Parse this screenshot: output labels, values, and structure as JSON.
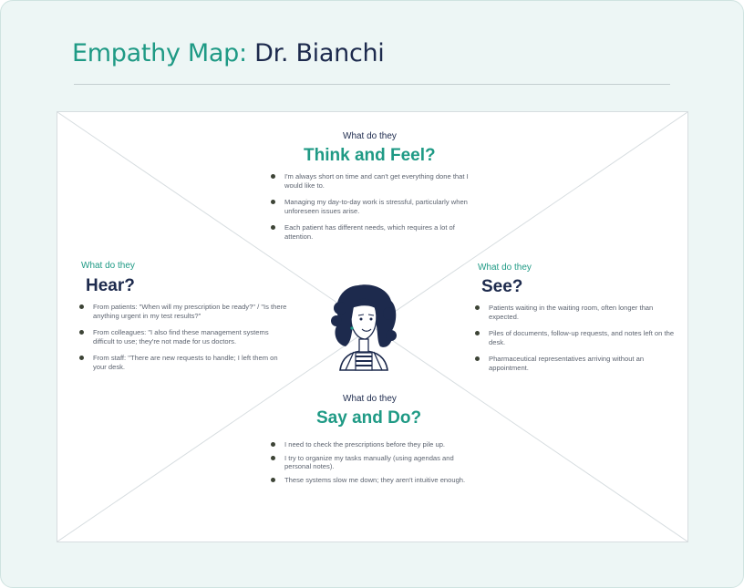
{
  "title": {
    "prefix": "Empathy Map:",
    "name": "Dr. Bianchi"
  },
  "illustration": {
    "name": "doctor-avatar-icon"
  },
  "quadrants": {
    "think_feel": {
      "question": "What do they",
      "heading": "Think and Feel?",
      "items": [
        "I'm always short on time and can't get everything done that I would like to.",
        "Managing my day-to-day work is stressful, particularly when unforeseen issues arise.",
        "Each patient has different needs, which requires a lot of attention."
      ]
    },
    "hear": {
      "question": "What do they",
      "heading": "Hear?",
      "items": [
        "From patients: \"When will my prescription be ready?\" / \"Is there anything urgent in my test results?\"",
        "From colleagues: \"I also find these management systems difficult to use; they're not made for us doctors.",
        "From staff: \"There are new requests to handle; I left them on your desk."
      ]
    },
    "see": {
      "question": "What do they",
      "heading": "See?",
      "items": [
        "Patients waiting in the waiting room, often longer than expected.",
        "Piles of documents, follow-up requests, and notes left on the desk.",
        "Pharmaceutical representatives arriving without an appointment."
      ]
    },
    "say_do": {
      "question": "What do they",
      "heading": "Say and Do?",
      "items": [
        "I need to check the prescriptions before they pile up.",
        "I try to organize my tasks manually (using agendas and personal notes).",
        "These systems slow me down; they aren't intuitive enough."
      ]
    }
  },
  "colors": {
    "teal": "#1f9a85",
    "navy": "#1d2a4d",
    "frame": "#edf6f5"
  }
}
